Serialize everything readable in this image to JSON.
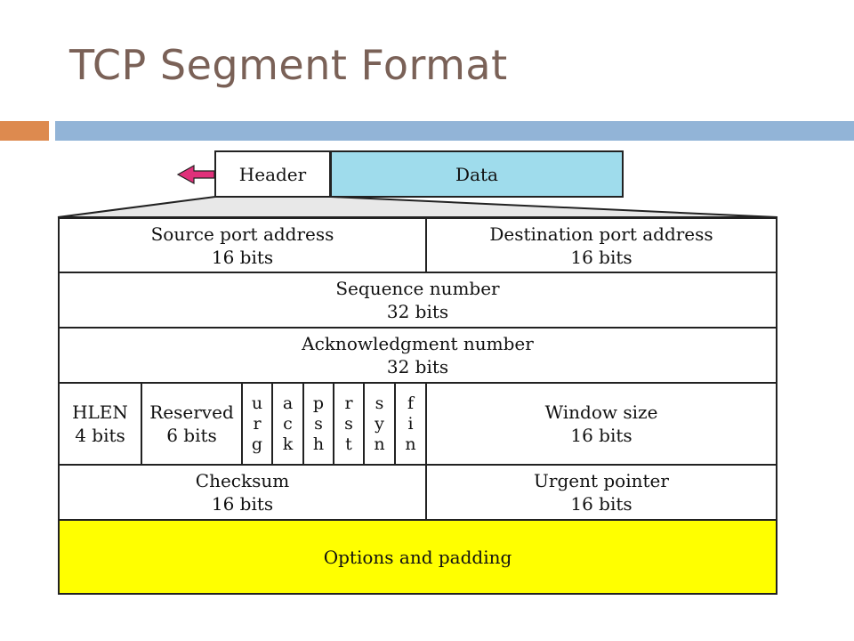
{
  "slide": {
    "title": "TCP Segment Format"
  },
  "segment": {
    "header_label": "Header",
    "data_label": "Data"
  },
  "fields": {
    "source_port": {
      "name": "Source port address",
      "size": "16 bits"
    },
    "destination_port": {
      "name": "Destination port address",
      "size": "16 bits"
    },
    "sequence_number": {
      "name": "Sequence number",
      "size": "32 bits"
    },
    "ack_number": {
      "name": "Acknowledgment number",
      "size": "32 bits"
    },
    "hlen": {
      "name": "HLEN",
      "size": "4 bits"
    },
    "reserved": {
      "name": "Reserved",
      "size": "6 bits"
    },
    "flags": [
      {
        "letters": [
          "u",
          "r",
          "g"
        ]
      },
      {
        "letters": [
          "a",
          "c",
          "k"
        ]
      },
      {
        "letters": [
          "p",
          "s",
          "h"
        ]
      },
      {
        "letters": [
          "r",
          "s",
          "t"
        ]
      },
      {
        "letters": [
          "s",
          "y",
          "n"
        ]
      },
      {
        "letters": [
          "f",
          "i",
          "n"
        ]
      }
    ],
    "window_size": {
      "name": "Window size",
      "size": "16 bits"
    },
    "checksum": {
      "name": "Checksum",
      "size": "16 bits"
    },
    "urgent_pointer": {
      "name": "Urgent pointer",
      "size": "16 bits"
    },
    "options": {
      "name": "Options and padding"
    }
  },
  "colors": {
    "title": "#7a6157",
    "accent_orange": "#dd8a4f",
    "accent_blue": "#92b4d7",
    "data_fill": "#9fdcec",
    "options_fill": "#ffff00",
    "arrow": "#e0307a"
  }
}
